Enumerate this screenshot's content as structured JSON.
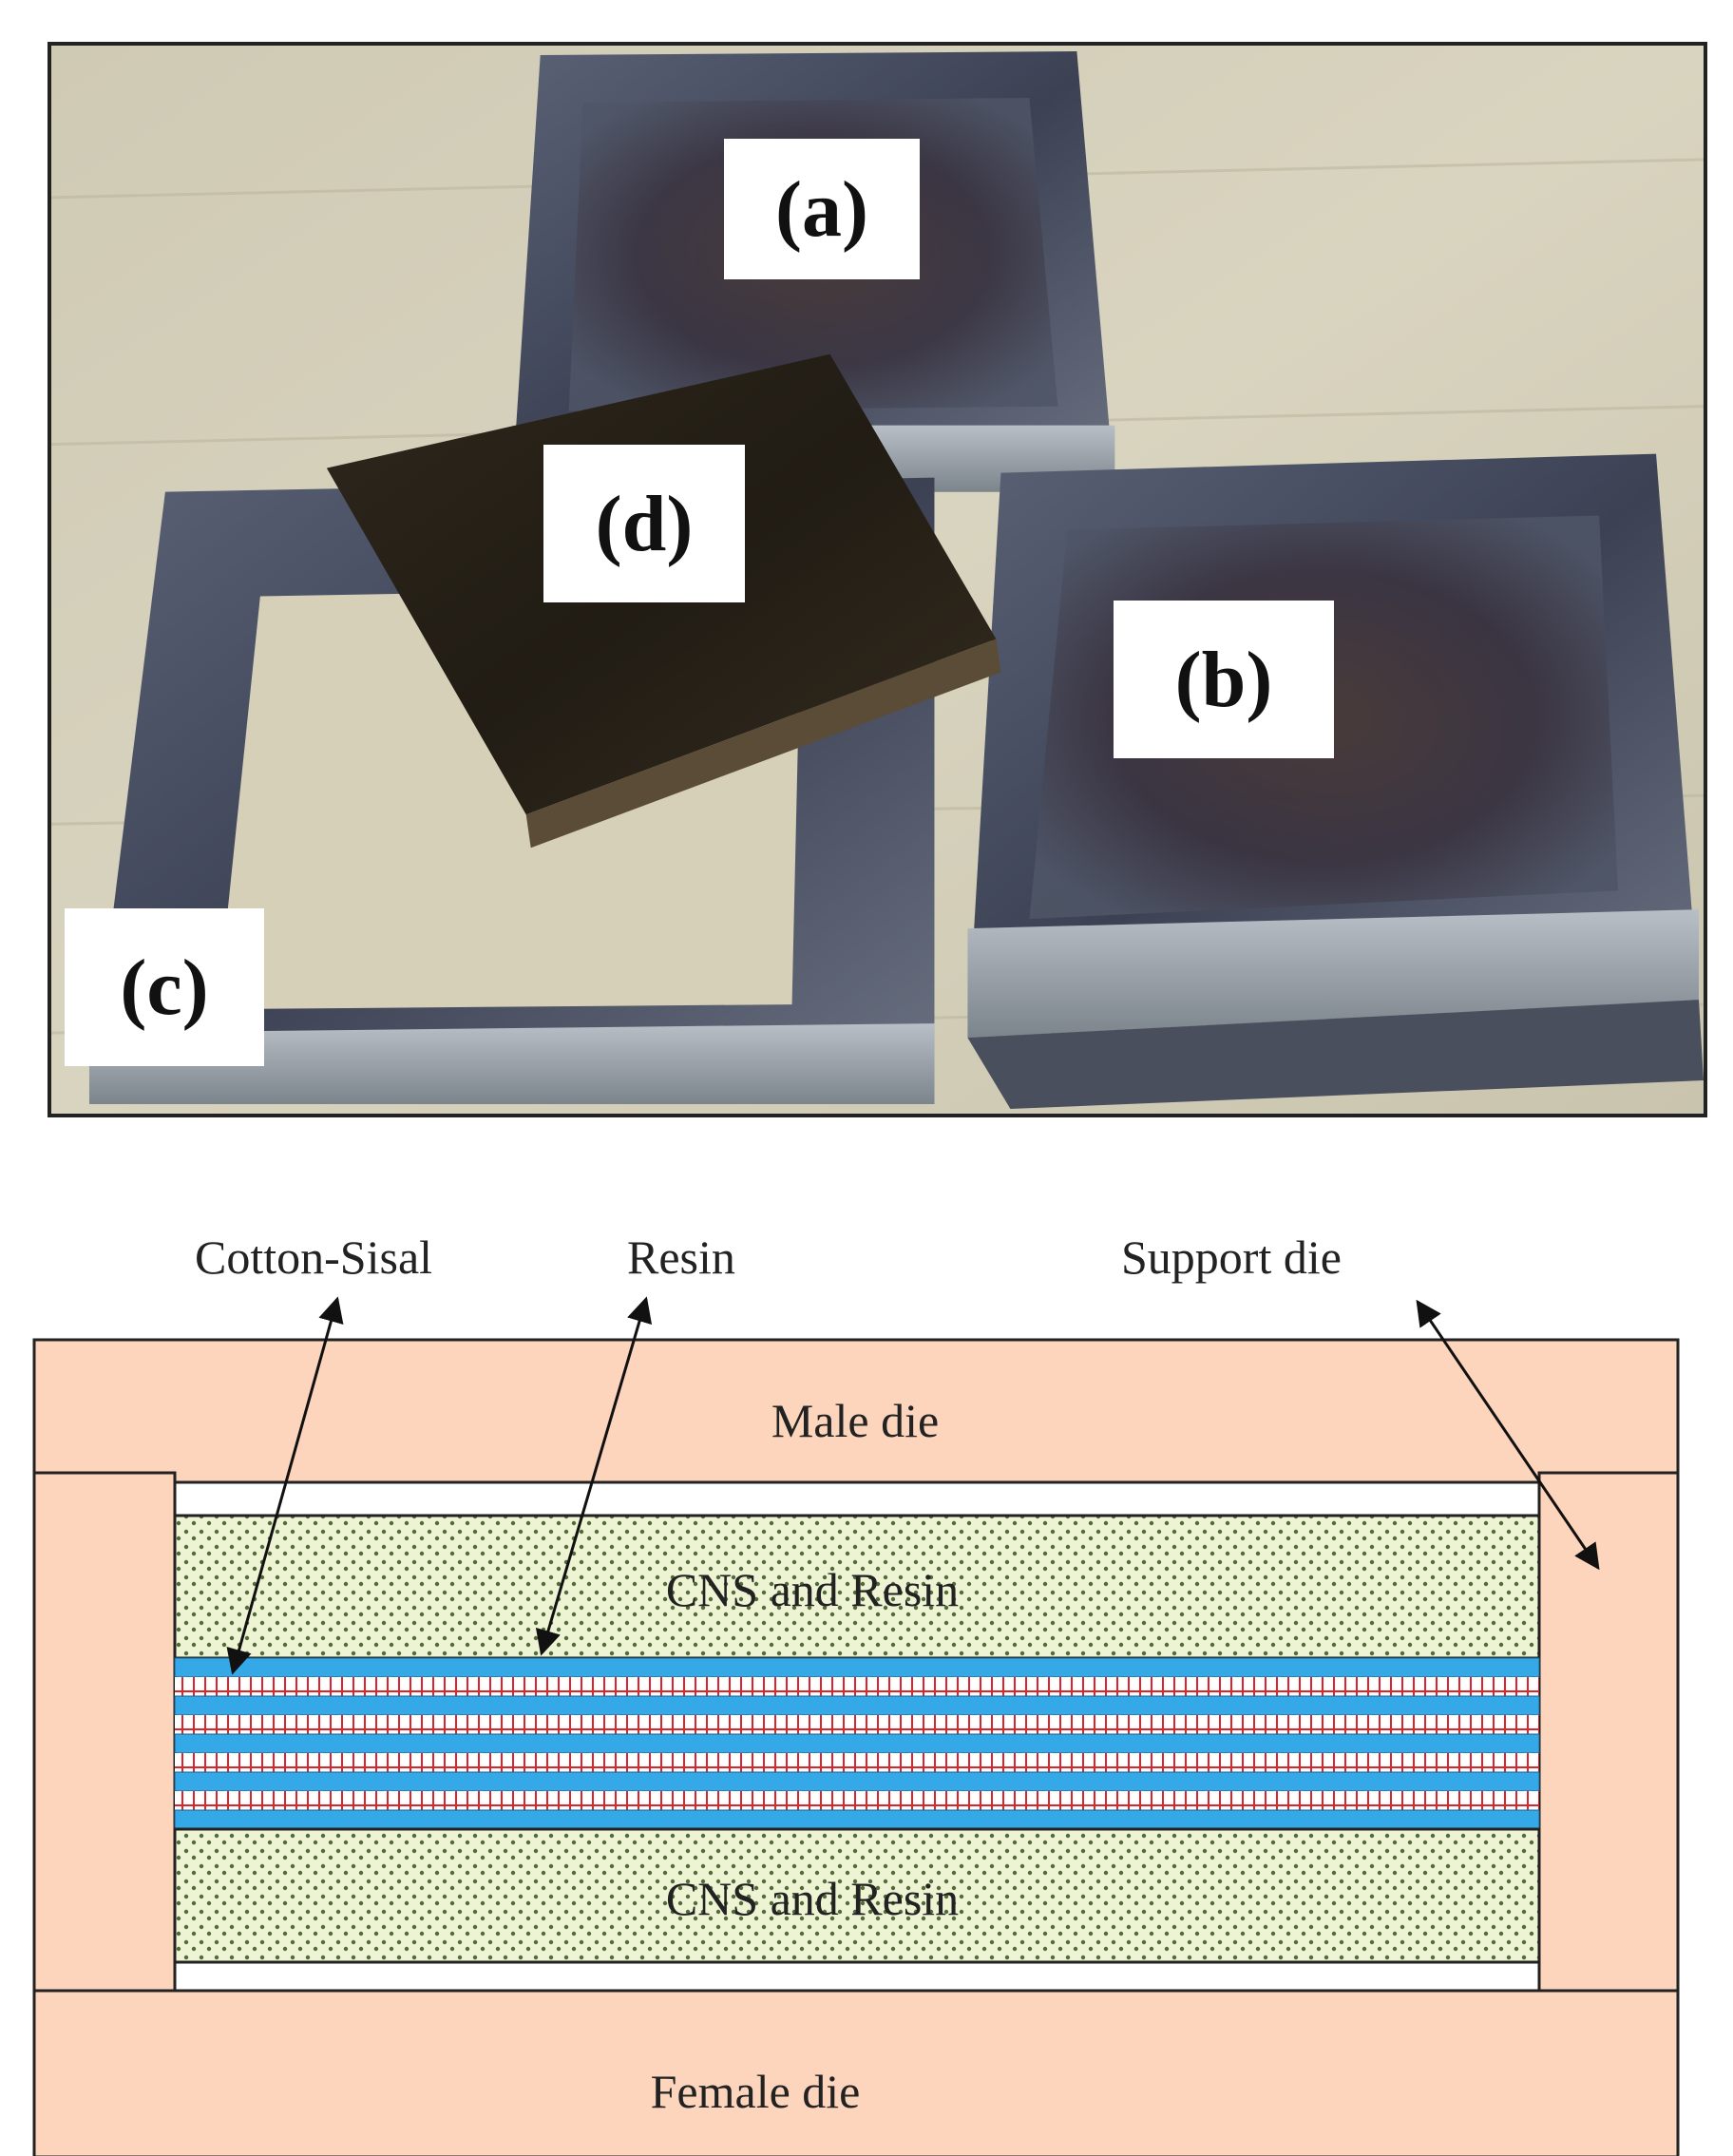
{
  "photo": {
    "panels": [
      {
        "id": "a",
        "label": "(a)"
      },
      {
        "id": "b",
        "label": "(b)"
      },
      {
        "id": "c",
        "label": "(c)"
      },
      {
        "id": "d",
        "label": "(d)"
      }
    ]
  },
  "diagram": {
    "callouts": {
      "cotton_sisal": "Cotton-Sisal",
      "resin": "Resin",
      "support_die": "Support die"
    },
    "regions": {
      "male_die": "Male die",
      "cns_resin_top": "CNS and Resin",
      "cns_resin_bottom": "CNS and Resin",
      "female_die": "Female die"
    },
    "colors": {
      "die_fill": "#fdd5bc",
      "cns_fill": "#eef3d4",
      "cns_dot": "#4f6b3a",
      "resin_layer": "#35a8e8",
      "fiber_stripe": "#d9262c"
    }
  }
}
